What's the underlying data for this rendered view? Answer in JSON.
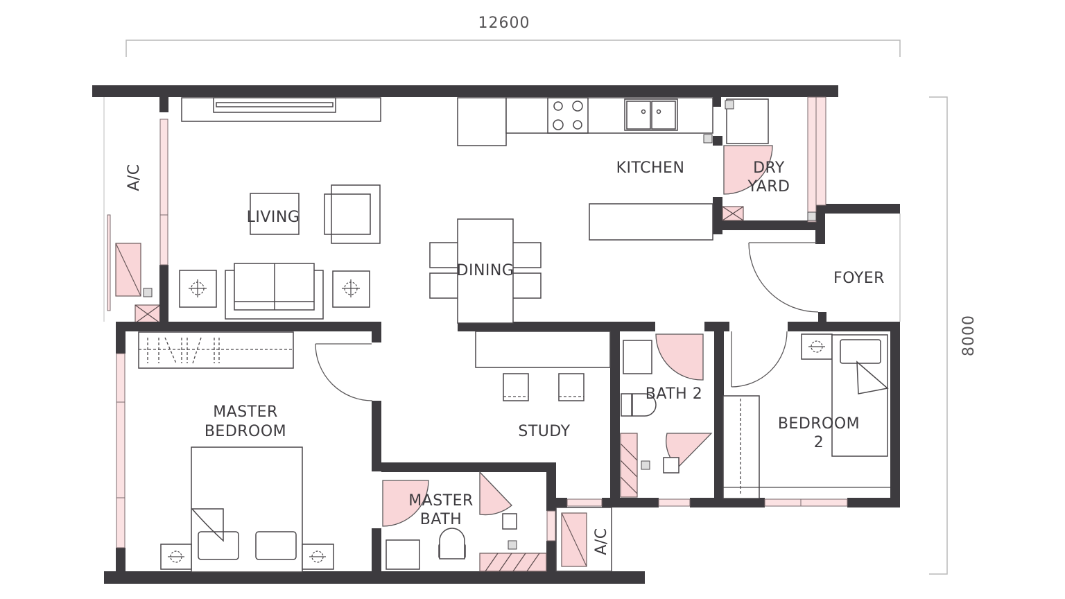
{
  "dimensions": {
    "width_label": "12600",
    "height_label": "8000"
  },
  "rooms": {
    "living": "LIVING",
    "dining": "DINING",
    "kitchen": "KITCHEN",
    "dry_yard_line1": "DRY",
    "dry_yard_line2": "YARD",
    "foyer": "FOYER",
    "master_bedroom_line1": "MASTER",
    "master_bedroom_line2": "BEDROOM",
    "study": "STUDY",
    "master_bath_line1": "MASTER",
    "master_bath_line2": "BATH",
    "bath2": "BATH 2",
    "bedroom2_line1": "BEDROOM",
    "bedroom2_line2": "2",
    "ac_left": "A/C",
    "ac_bottom": "A/C"
  },
  "colors": {
    "wall": "#3d3b3f",
    "accent_pink": "#f9d6d8",
    "dimension_line": "#b9b9b9"
  }
}
